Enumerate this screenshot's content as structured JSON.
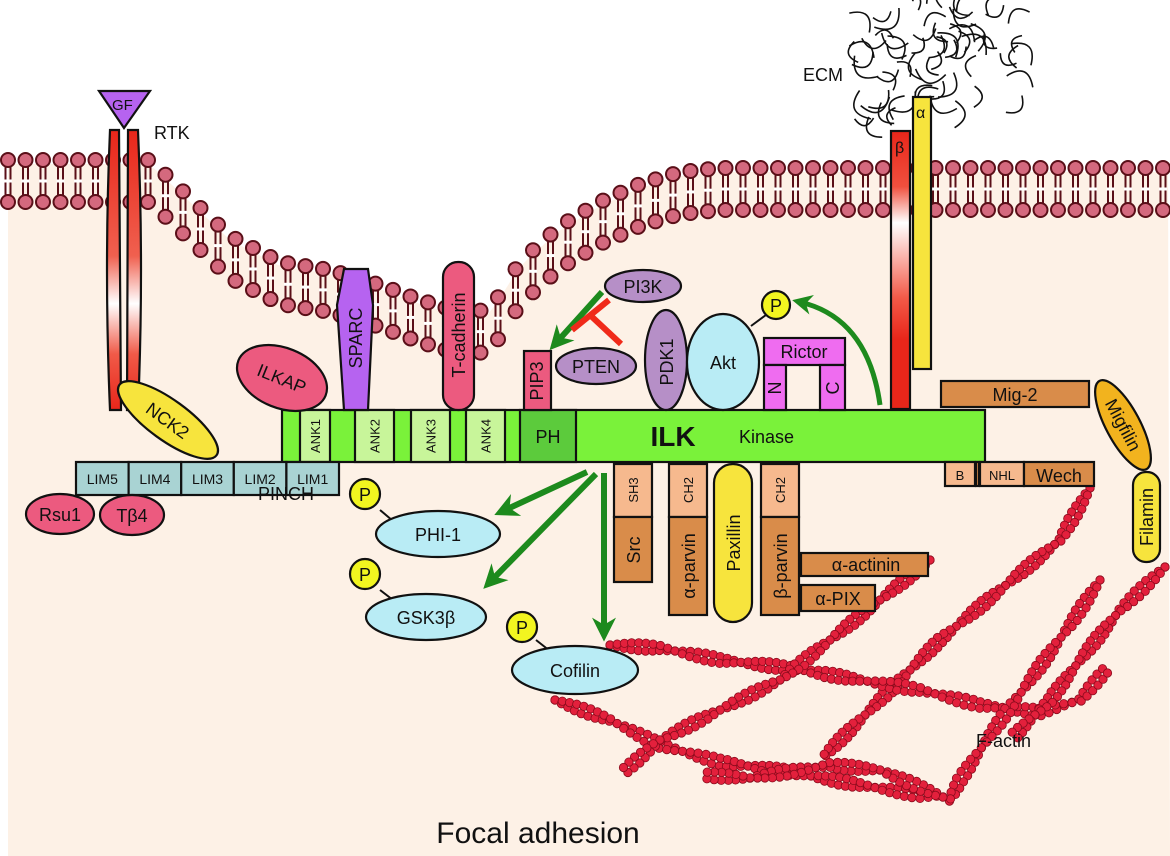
{
  "title": "Focal adhesion",
  "colors": {
    "cytoplasm": "#fdf1e6",
    "lipid_head": "#d4697e",
    "lipid_outline": "#5a0f18",
    "ilk_green": "#7af23a",
    "ank_light": "#c8f59a",
    "ph_green": "#5ccb3c",
    "pinch_blue": "#a9d3d3",
    "pink": "#ec5a7f",
    "purple_mauve": "#b68fc7",
    "sparc_purple": "#b663f0",
    "cyan": "#b9ecf5",
    "yellow": "#f7e43d",
    "phospho_yellow": "#f2f520",
    "magenta": "#ef6cf0",
    "brown": "#d98c4a",
    "peach": "#f6b98e",
    "migfilin_orange": "#f2b31e",
    "actin_red": "#e3203c",
    "arrow_green": "#1d8a1d",
    "inhibit_red": "#f02a1a"
  },
  "labels": {
    "gf": "GF",
    "rtk": "RTK",
    "ecm": "ECM",
    "integrin_beta": "β",
    "integrin_alpha": "α",
    "nck2": "NCK2",
    "ilkap": "ILKAP",
    "sparc": "SPARC",
    "t_cadherin": "T-cadherin",
    "pi3k": "PI3K",
    "pip3": "PIP3",
    "pten": "PTEN",
    "pdk1": "PDK1",
    "akt": "Akt",
    "phospho": "P",
    "rictor": "Rictor",
    "rictor_n": "N",
    "rictor_c": "C",
    "mig2": "Mig-2",
    "migfilin": "Migfilin",
    "filamin": "Filamin",
    "ilk": "ILK",
    "kinase": "Kinase",
    "ph": "PH",
    "ank": [
      "ANK1",
      "ANK2",
      "ANK3",
      "ANK4"
    ],
    "lim": [
      "LIM5",
      "LIM4",
      "LIM3",
      "LIM2",
      "LIM1"
    ],
    "pinch": "PINCH",
    "rsu1": "Rsu1",
    "tb4": "Tβ4",
    "phi1": "PHI-1",
    "gsk3b": "GSK3β",
    "cofilin": "Cofilin",
    "sh3": "SH3",
    "src": "Src",
    "ch2_a": "CH2",
    "a_parvin": "α-parvin",
    "paxillin": "Paxillin",
    "ch2_b": "CH2",
    "b_parvin": "β-parvin",
    "a_actinin": "α-actinin",
    "a_pix": "α-PIX",
    "wech_b": "B",
    "wech_nhl": "NHL",
    "wech": "Wech",
    "f_actin": "F-actin"
  }
}
